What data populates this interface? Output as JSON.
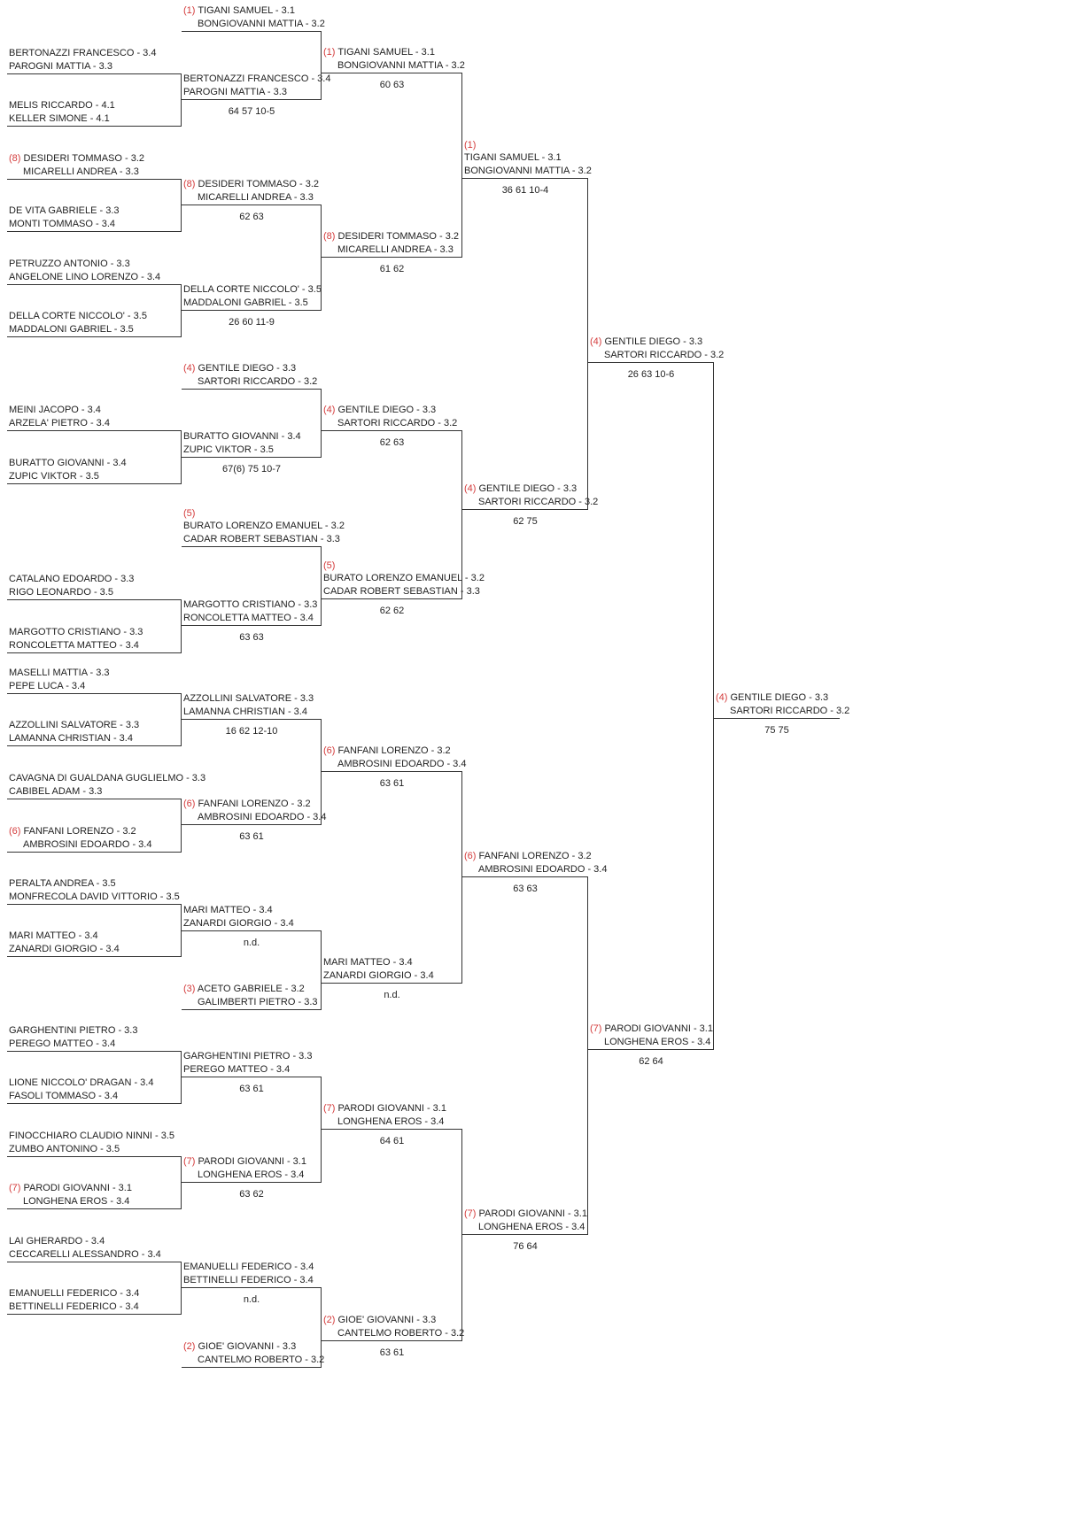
{
  "rounds": [
    {
      "label": "round-1",
      "slots": [
        {
          "seed": "(1)",
          "seed_inline": true,
          "p1": "TIGANI SAMUEL - 3.1",
          "p2": "BONGIOVANNI MATTIA - 3.2"
        },
        {
          "seed": "",
          "p1": "BERTONAZZI FRANCESCO - 3.4",
          "p2": "PAROGNI MATTIA - 3.3"
        },
        {
          "seed": "",
          "p1": "MELIS RICCARDO - 4.1",
          "p2": "KELLER SIMONE - 4.1"
        },
        {
          "seed": "(8)",
          "seed_inline": true,
          "p1": "DESIDERI TOMMASO - 3.2",
          "p2": "MICARELLI ANDREA - 3.3"
        },
        {
          "seed": "",
          "p1": "DE VITA GABRIELE - 3.3",
          "p2": "MONTI TOMMASO - 3.4"
        },
        {
          "seed": "",
          "p1": "PETRUZZO ANTONIO - 3.3",
          "p2": "ANGELONE LINO LORENZO - 3.4"
        },
        {
          "seed": "",
          "p1": "DELLA CORTE NICCOLO' - 3.5",
          "p2": "MADDALONI GABRIEL - 3.5"
        },
        {
          "seed": "(4)",
          "seed_inline": true,
          "p1": "GENTILE DIEGO - 3.3",
          "p2": "SARTORI RICCARDO - 3.2"
        },
        {
          "seed": "",
          "p1": "MEINI JACOPO - 3.4",
          "p2": "ARZELA' PIETRO - 3.4"
        },
        {
          "seed": "",
          "p1": "BURATTO GIOVANNI - 3.4",
          "p2": "ZUPIC VIKTOR - 3.5"
        },
        {
          "seed": "(5)",
          "seed_inline": false,
          "p1": "BURATO LORENZO EMANUEL - 3.2",
          "p2": "CADAR ROBERT SEBASTIAN - 3.3"
        },
        {
          "seed": "",
          "p1": "CATALANO EDOARDO - 3.3",
          "p2": "RIGO LEONARDO - 3.5"
        },
        {
          "seed": "",
          "p1": "MARGOTTO CRISTIANO - 3.3",
          "p2": "RONCOLETTA MATTEO - 3.4"
        },
        {
          "seed": "",
          "p1": "MASELLI MATTIA - 3.3",
          "p2": "PEPE LUCA - 3.4"
        },
        {
          "seed": "",
          "p1": "AZZOLLINI SALVATORE - 3.3",
          "p2": "LAMANNA CHRISTIAN - 3.4"
        },
        {
          "seed": "",
          "p1": "CAVAGNA DI GUALDANA GUGLIELMO - 3.3",
          "p2": "CABIBEL ADAM - 3.3"
        },
        {
          "seed": "(6)",
          "seed_inline": true,
          "p1": "FANFANI LORENZO - 3.2",
          "p2": "AMBROSINI EDOARDO - 3.4"
        },
        {
          "seed": "",
          "p1": "PERALTA ANDREA - 3.5",
          "p2": "MONFRECOLA DAVID VITTORIO - 3.5"
        },
        {
          "seed": "",
          "p1": "MARI MATTEO - 3.4",
          "p2": "ZANARDI GIORGIO - 3.4"
        },
        {
          "seed": "(3)",
          "seed_inline": true,
          "p1": "ACETO GABRIELE - 3.2",
          "p2": "GALIMBERTI PIETRO - 3.3"
        },
        {
          "seed": "",
          "p1": "GARGHENTINI PIETRO - 3.3",
          "p2": "PEREGO MATTEO - 3.4"
        },
        {
          "seed": "",
          "p1": "LIONE NICCOLO' DRAGAN - 3.4",
          "p2": "FASOLI TOMMASO - 3.4"
        },
        {
          "seed": "",
          "p1": "FINOCCHIARO CLAUDIO NINNI - 3.5",
          "p2": "ZUMBO ANTONINO - 3.5"
        },
        {
          "seed": "(7)",
          "seed_inline": true,
          "p1": "PARODI GIOVANNI - 3.1",
          "p2": "LONGHENA EROS - 3.4"
        },
        {
          "seed": "",
          "p1": "LAI GHERARDO - 3.4",
          "p2": "CECCARELLI ALESSANDRO - 3.4"
        },
        {
          "seed": "",
          "p1": "EMANUELLI FEDERICO - 3.4",
          "p2": "BETTINELLI FEDERICO - 3.4"
        },
        {
          "seed": "(2)",
          "seed_inline": true,
          "p1": "GIOE' GIOVANNI - 3.3",
          "p2": "CANTELMO ROBERTO - 3.2"
        }
      ]
    }
  ],
  "round1": [
    {
      "seed": "",
      "p1": "BERTONAZZI FRANCESCO - 3.4",
      "p2": "PAROGNI MATTIA - 3.3"
    },
    {
      "seed": "",
      "p1": "MELIS RICCARDO - 4.1",
      "p2": "KELLER SIMONE - 4.1"
    },
    {
      "seed": "(8)",
      "p1": "DESIDERI TOMMASO - 3.2",
      "p2": "MICARELLI ANDREA - 3.3"
    },
    {
      "seed": "",
      "p1": "DE VITA GABRIELE - 3.3",
      "p2": "MONTI TOMMASO - 3.4"
    },
    {
      "seed": "",
      "p1": "PETRUZZO ANTONIO - 3.3",
      "p2": "ANGELONE LINO LORENZO - 3.4"
    },
    {
      "seed": "",
      "p1": "DELLA CORTE NICCOLO' - 3.5",
      "p2": "MADDALONI GABRIEL - 3.5"
    },
    {
      "seed": "",
      "p1": "MEINI JACOPO - 3.4",
      "p2": "ARZELA' PIETRO - 3.4"
    },
    {
      "seed": "",
      "p1": "BURATTO GIOVANNI - 3.4",
      "p2": "ZUPIC VIKTOR - 3.5"
    },
    {
      "seed": "",
      "p1": "CATALANO EDOARDO - 3.3",
      "p2": "RIGO LEONARDO - 3.5"
    },
    {
      "seed": "",
      "p1": "MARGOTTO CRISTIANO - 3.3",
      "p2": "RONCOLETTA MATTEO - 3.4"
    },
    {
      "seed": "",
      "p1": "MASELLI MATTIA - 3.3",
      "p2": "PEPE LUCA - 3.4"
    },
    {
      "seed": "",
      "p1": "AZZOLLINI SALVATORE - 3.3",
      "p2": "LAMANNA CHRISTIAN - 3.4"
    },
    {
      "seed": "",
      "p1": "CAVAGNA DI GUALDANA GUGLIELMO - 3.3",
      "p2": "CABIBEL ADAM - 3.3"
    },
    {
      "seed": "(6)",
      "p1": "FANFANI LORENZO - 3.2",
      "p2": "AMBROSINI EDOARDO - 3.4"
    },
    {
      "seed": "",
      "p1": "PERALTA ANDREA - 3.5",
      "p2": "MONFRECOLA DAVID VITTORIO - 3.5"
    },
    {
      "seed": "",
      "p1": "MARI MATTEO - 3.4",
      "p2": "ZANARDI GIORGIO - 3.4"
    },
    {
      "seed": "",
      "p1": "GARGHENTINI PIETRO - 3.3",
      "p2": "PEREGO MATTEO - 3.4"
    },
    {
      "seed": "",
      "p1": "LIONE NICCOLO' DRAGAN - 3.4",
      "p2": "FASOLI TOMMASO - 3.4"
    },
    {
      "seed": "",
      "p1": "FINOCCHIARO CLAUDIO NINNI - 3.5",
      "p2": "ZUMBO ANTONINO - 3.5"
    },
    {
      "seed": "(7)",
      "p1": "PARODI GIOVANNI - 3.1",
      "p2": "LONGHENA EROS - 3.4"
    },
    {
      "seed": "",
      "p1": "LAI GHERARDO - 3.4",
      "p2": "CECCARELLI ALESSANDRO - 3.4"
    },
    {
      "seed": "",
      "p1": "EMANUELLI FEDERICO - 3.4",
      "p2": "BETTINELLI FEDERICO - 3.4"
    }
  ],
  "round2": [
    {
      "seed": "(1)",
      "inline": true,
      "p1": "TIGANI SAMUEL - 3.1",
      "p2": "BONGIOVANNI MATTIA - 3.2",
      "score": ""
    },
    {
      "seed": "",
      "p1": "BERTONAZZI FRANCESCO - 3.4",
      "p2": "PAROGNI MATTIA - 3.3",
      "score": "64 57 10-5"
    },
    {
      "seed": "(8)",
      "inline": true,
      "p1": "DESIDERI TOMMASO - 3.2",
      "p2": "MICARELLI ANDREA - 3.3",
      "score": "62 63"
    },
    {
      "seed": "",
      "p1": "DELLA CORTE NICCOLO' - 3.5",
      "p2": "MADDALONI GABRIEL - 3.5",
      "score": "26 60 11-9"
    },
    {
      "seed": "(4)",
      "inline": true,
      "p1": "GENTILE DIEGO - 3.3",
      "p2": "SARTORI RICCARDO - 3.2",
      "score": ""
    },
    {
      "seed": "",
      "p1": "BURATTO GIOVANNI - 3.4",
      "p2": "ZUPIC VIKTOR - 3.5",
      "score": "67(6) 75 10-7"
    },
    {
      "seed": "(5)",
      "inline": false,
      "p1": "BURATO LORENZO EMANUEL - 3.2",
      "p2": "CADAR ROBERT SEBASTIAN - 3.3",
      "score": ""
    },
    {
      "seed": "",
      "p1": "MARGOTTO CRISTIANO - 3.3",
      "p2": "RONCOLETTA MATTEO - 3.4",
      "score": "63 63"
    },
    {
      "seed": "",
      "p1": "AZZOLLINI SALVATORE - 3.3",
      "p2": "LAMANNA CHRISTIAN - 3.4",
      "score": "16 62 12-10"
    },
    {
      "seed": "(6)",
      "inline": true,
      "p1": "FANFANI LORENZO - 3.2",
      "p2": "AMBROSINI EDOARDO - 3.4",
      "score": "63 61"
    },
    {
      "seed": "",
      "p1": "MARI MATTEO - 3.4",
      "p2": "ZANARDI GIORGIO - 3.4",
      "score": "n.d."
    },
    {
      "seed": "(3)",
      "inline": true,
      "p1": "ACETO GABRIELE - 3.2",
      "p2": "GALIMBERTI PIETRO - 3.3",
      "score": ""
    },
    {
      "seed": "",
      "p1": "GARGHENTINI PIETRO - 3.3",
      "p2": "PEREGO MATTEO - 3.4",
      "score": "63 61"
    },
    {
      "seed": "(7)",
      "inline": true,
      "p1": "PARODI GIOVANNI - 3.1",
      "p2": "LONGHENA EROS - 3.4",
      "score": "63 62"
    },
    {
      "seed": "",
      "p1": "EMANUELLI FEDERICO - 3.4",
      "p2": "BETTINELLI FEDERICO - 3.4",
      "score": "n.d."
    },
    {
      "seed": "(2)",
      "inline": true,
      "p1": "GIOE' GIOVANNI - 3.3",
      "p2": "CANTELMO ROBERTO - 3.2",
      "score": ""
    }
  ],
  "round3": [
    {
      "seed": "(1)",
      "inline": true,
      "p1": "TIGANI SAMUEL - 3.1",
      "p2": "BONGIOVANNI MATTIA - 3.2",
      "score": "60 63"
    },
    {
      "seed": "(8)",
      "inline": true,
      "p1": "DESIDERI TOMMASO - 3.2",
      "p2": "MICARELLI ANDREA - 3.3",
      "score": "61 62"
    },
    {
      "seed": "(4)",
      "inline": true,
      "p1": "GENTILE DIEGO - 3.3",
      "p2": "SARTORI RICCARDO - 3.2",
      "score": "62 63"
    },
    {
      "seed": "(5)",
      "inline": false,
      "p1": "BURATO LORENZO EMANUEL - 3.2",
      "p2": "CADAR ROBERT SEBASTIAN - 3.3",
      "score": "62 62"
    },
    {
      "seed": "(6)",
      "inline": true,
      "p1": "FANFANI LORENZO - 3.2",
      "p2": "AMBROSINI EDOARDO - 3.4",
      "score": "63 61"
    },
    {
      "seed": "",
      "p1": "MARI MATTEO - 3.4",
      "p2": "ZANARDI GIORGIO - 3.4",
      "score": "n.d."
    },
    {
      "seed": "(7)",
      "inline": true,
      "p1": "PARODI GIOVANNI - 3.1",
      "p2": "LONGHENA EROS - 3.4",
      "score": "64 61"
    },
    {
      "seed": "(2)",
      "inline": true,
      "p1": "GIOE' GIOVANNI - 3.3",
      "p2": "CANTELMO ROBERTO - 3.2",
      "score": "63 61"
    }
  ],
  "round4": [
    {
      "seed": "(1)",
      "inline": false,
      "p1": "TIGANI SAMUEL - 3.1",
      "p2": "BONGIOVANNI MATTIA - 3.2",
      "score": "36 61 10-4"
    },
    {
      "seed": "(4)",
      "inline": true,
      "p1": "GENTILE DIEGO - 3.3",
      "p2": "SARTORI RICCARDO - 3.2",
      "score": "62 75"
    },
    {
      "seed": "(6)",
      "inline": true,
      "p1": "FANFANI LORENZO - 3.2",
      "p2": "AMBROSINI EDOARDO - 3.4",
      "score": "63 63"
    },
    {
      "seed": "(7)",
      "inline": true,
      "p1": "PARODI GIOVANNI - 3.1",
      "p2": "LONGHENA EROS - 3.4",
      "score": "76 64"
    }
  ],
  "round5": [
    {
      "seed": "(4)",
      "inline": true,
      "p1": "GENTILE DIEGO - 3.3",
      "p2": "SARTORI RICCARDO - 3.2",
      "score": "26 63 10-6"
    },
    {
      "seed": "(7)",
      "inline": true,
      "p1": "PARODI GIOVANNI - 3.1",
      "p2": "LONGHENA EROS - 3.4",
      "score": "62 64"
    }
  ],
  "final": {
    "seed": "(4)",
    "p1": "GENTILE DIEGO - 3.3",
    "p2": "SARTORI RICCARDO - 3.2",
    "score": "75 75"
  }
}
